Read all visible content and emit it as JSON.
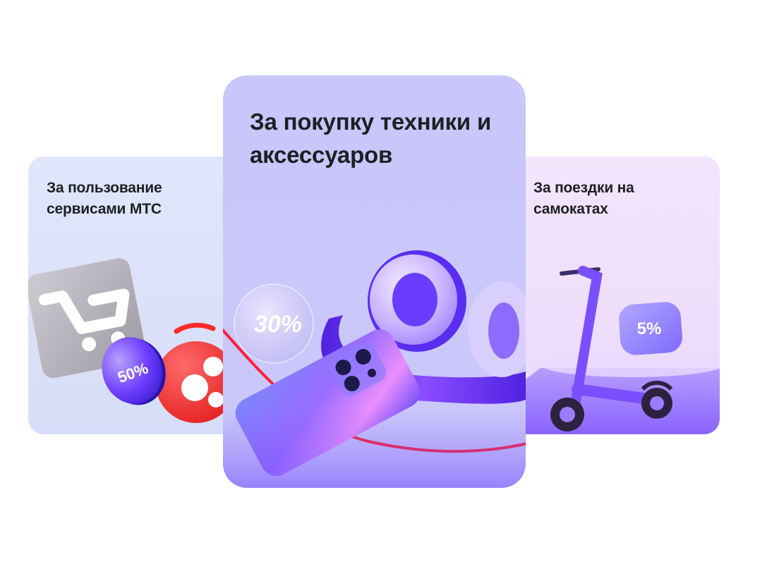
{
  "cards": [
    {
      "id": "services",
      "title": "За пользование сервисами МТС",
      "badge": "50%",
      "icons": [
        "shopping-cart-icon",
        "mts-music-icon"
      ]
    },
    {
      "id": "electronics",
      "title": "За покупку техники и аксессуаров",
      "badge": "30%",
      "icons": [
        "headphones-icon",
        "smartphone-icon"
      ]
    },
    {
      "id": "scooters",
      "title": "За поездки на самокатах",
      "badge": "5%",
      "icons": [
        "electric-scooter-icon"
      ]
    }
  ],
  "colors": {
    "accent_red": "#ff1f3a",
    "accent_purple": "#7a4dff",
    "text": "#1d2023"
  }
}
